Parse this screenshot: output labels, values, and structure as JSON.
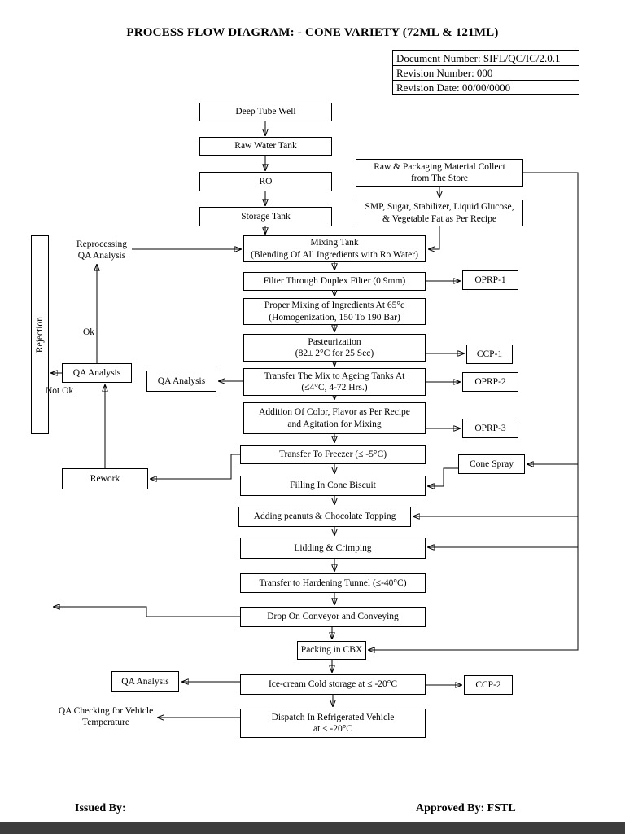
{
  "page": {
    "title": "PROCESS FLOW DIAGRAM: - CONE VARIETY (72ML & 121ML)",
    "issued_by": "Issued By:",
    "approved_by": "Approved By: FSTL"
  },
  "doc_info": {
    "document_number": "Document Number: SIFL/QC/IC/2.0.1",
    "revision_number": "Revision Number: 000",
    "revision_date": "Revision Date: 00/00/0000"
  },
  "flow": {
    "deep_tube_well": "Deep Tube Well",
    "raw_water_tank": "Raw Water Tank",
    "ro": "RO",
    "storage_tank": "Storage Tank",
    "mixing_tank": [
      "Mixing Tank",
      "(Blending Of All Ingredients with Ro Water)"
    ],
    "filter": "Filter Through Duplex Filter (0.9mm)",
    "proper_mixing": [
      "Proper Mixing of Ingredients At 65°c",
      "(Homogenization, 150 To 190 Bar)"
    ],
    "pasteurization": [
      "Pasteurization",
      "(82± 2°C for 25 Sec)"
    ],
    "ageing": [
      "Transfer The Mix to Ageing Tanks At",
      "(≤4°C, 4-72 Hrs.)"
    ],
    "addition": [
      "Addition Of Color, Flavor as Per Recipe",
      "and Agitation for Mixing"
    ],
    "freezer": "Transfer To Freezer (≤ -5°C)",
    "filling": "Filling In Cone Biscuit",
    "toppings": "Adding peanuts & Chocolate Topping",
    "lidding": "Lidding & Crimping",
    "hardening": "Transfer to Hardening Tunnel (≤-40°C)",
    "conveyor": "Drop On Conveyor and Conveying",
    "packing": "Packing in CBX",
    "cold_storage": "Ice-cream Cold storage at ≤ -20°C",
    "dispatch": [
      "Dispatch In Refrigerated Vehicle",
      "at ≤ -20°C"
    ]
  },
  "right": {
    "raw_packaging": [
      "Raw & Packaging Material Collect",
      "from The Store"
    ],
    "ingredients": [
      "SMP, Sugar, Stabilizer, Liquid Glucose,",
      "& Vegetable Fat as Per Recipe"
    ],
    "oprp1": "OPRP-1",
    "ccp1": "CCP-1",
    "oprp2": "OPRP-2",
    "oprp3": "OPRP-3",
    "cone_spray": "Cone Spray",
    "ccp2": "CCP-2"
  },
  "left": {
    "reprocessing": [
      "Reprocessing",
      "QA Analysis"
    ],
    "rejection": "Rejection",
    "ok": "Ok",
    "qa_analysis_top": "QA Analysis",
    "not_ok": "Not Ok",
    "qa_analysis_mid": "QA Analysis",
    "rework": "Rework",
    "qa_analysis_bottom": "QA Analysis",
    "qa_checking": [
      "QA Checking for Vehicle",
      "Temperature"
    ]
  }
}
